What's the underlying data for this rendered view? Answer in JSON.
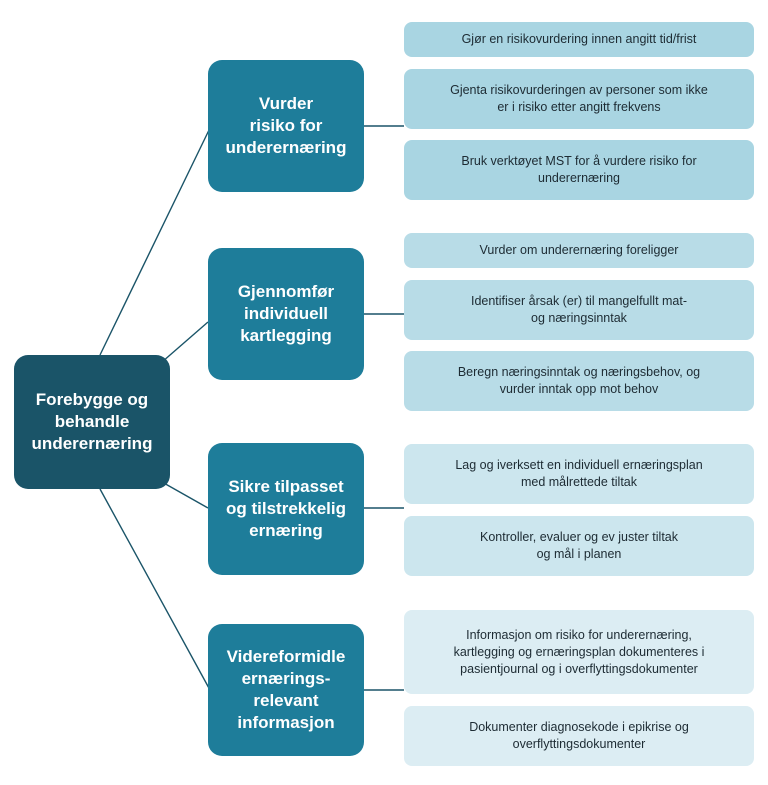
{
  "root": {
    "label": "Forebygge og\nbehandle\nunderernæring"
  },
  "groups": [
    {
      "label": "Vurder\nrisiko for\nunderernæring",
      "items": [
        "Gjør en risikovurdering innen angitt tid/frist",
        "Gjenta risikovurderingen av personer som ikke\ner i risiko etter angitt frekvens",
        "Bruk verktøyet MST for å vurdere risiko for\nunderernæring"
      ]
    },
    {
      "label": "Gjennomfør\nindividuell\nkartlegging",
      "items": [
        "Vurder om underernæring foreligger",
        "Identifiser årsak (er) til mangelfullt mat-\nog næringsinntak",
        "Beregn næringsinntak og næringsbehov, og\nvurder inntak opp mot behov"
      ]
    },
    {
      "label": "Sikre tilpasset\nog tilstrekkelig\nernæring",
      "items": [
        "Lag og iverksett en individuell ernæringsplan\nmed målrettede tiltak",
        "Kontroller, evaluer og ev juster tiltak\nog mål i planen"
      ]
    },
    {
      "label": "Videreformidle\nernærings-\nrelevant\ninformasjon",
      "items": [
        "Informasjon om risiko for underernæring,\nkartlegging og ernæringsplan dokumenteres i\npasientjournal og i overflyttingsdokumenter",
        "Dokumenter diagnosekode i epikrise og\noverflyttingsdokumenter"
      ]
    }
  ],
  "colors": {
    "root": "#1a5468",
    "category": "#1e7d9a",
    "connector": "#1a5468"
  }
}
